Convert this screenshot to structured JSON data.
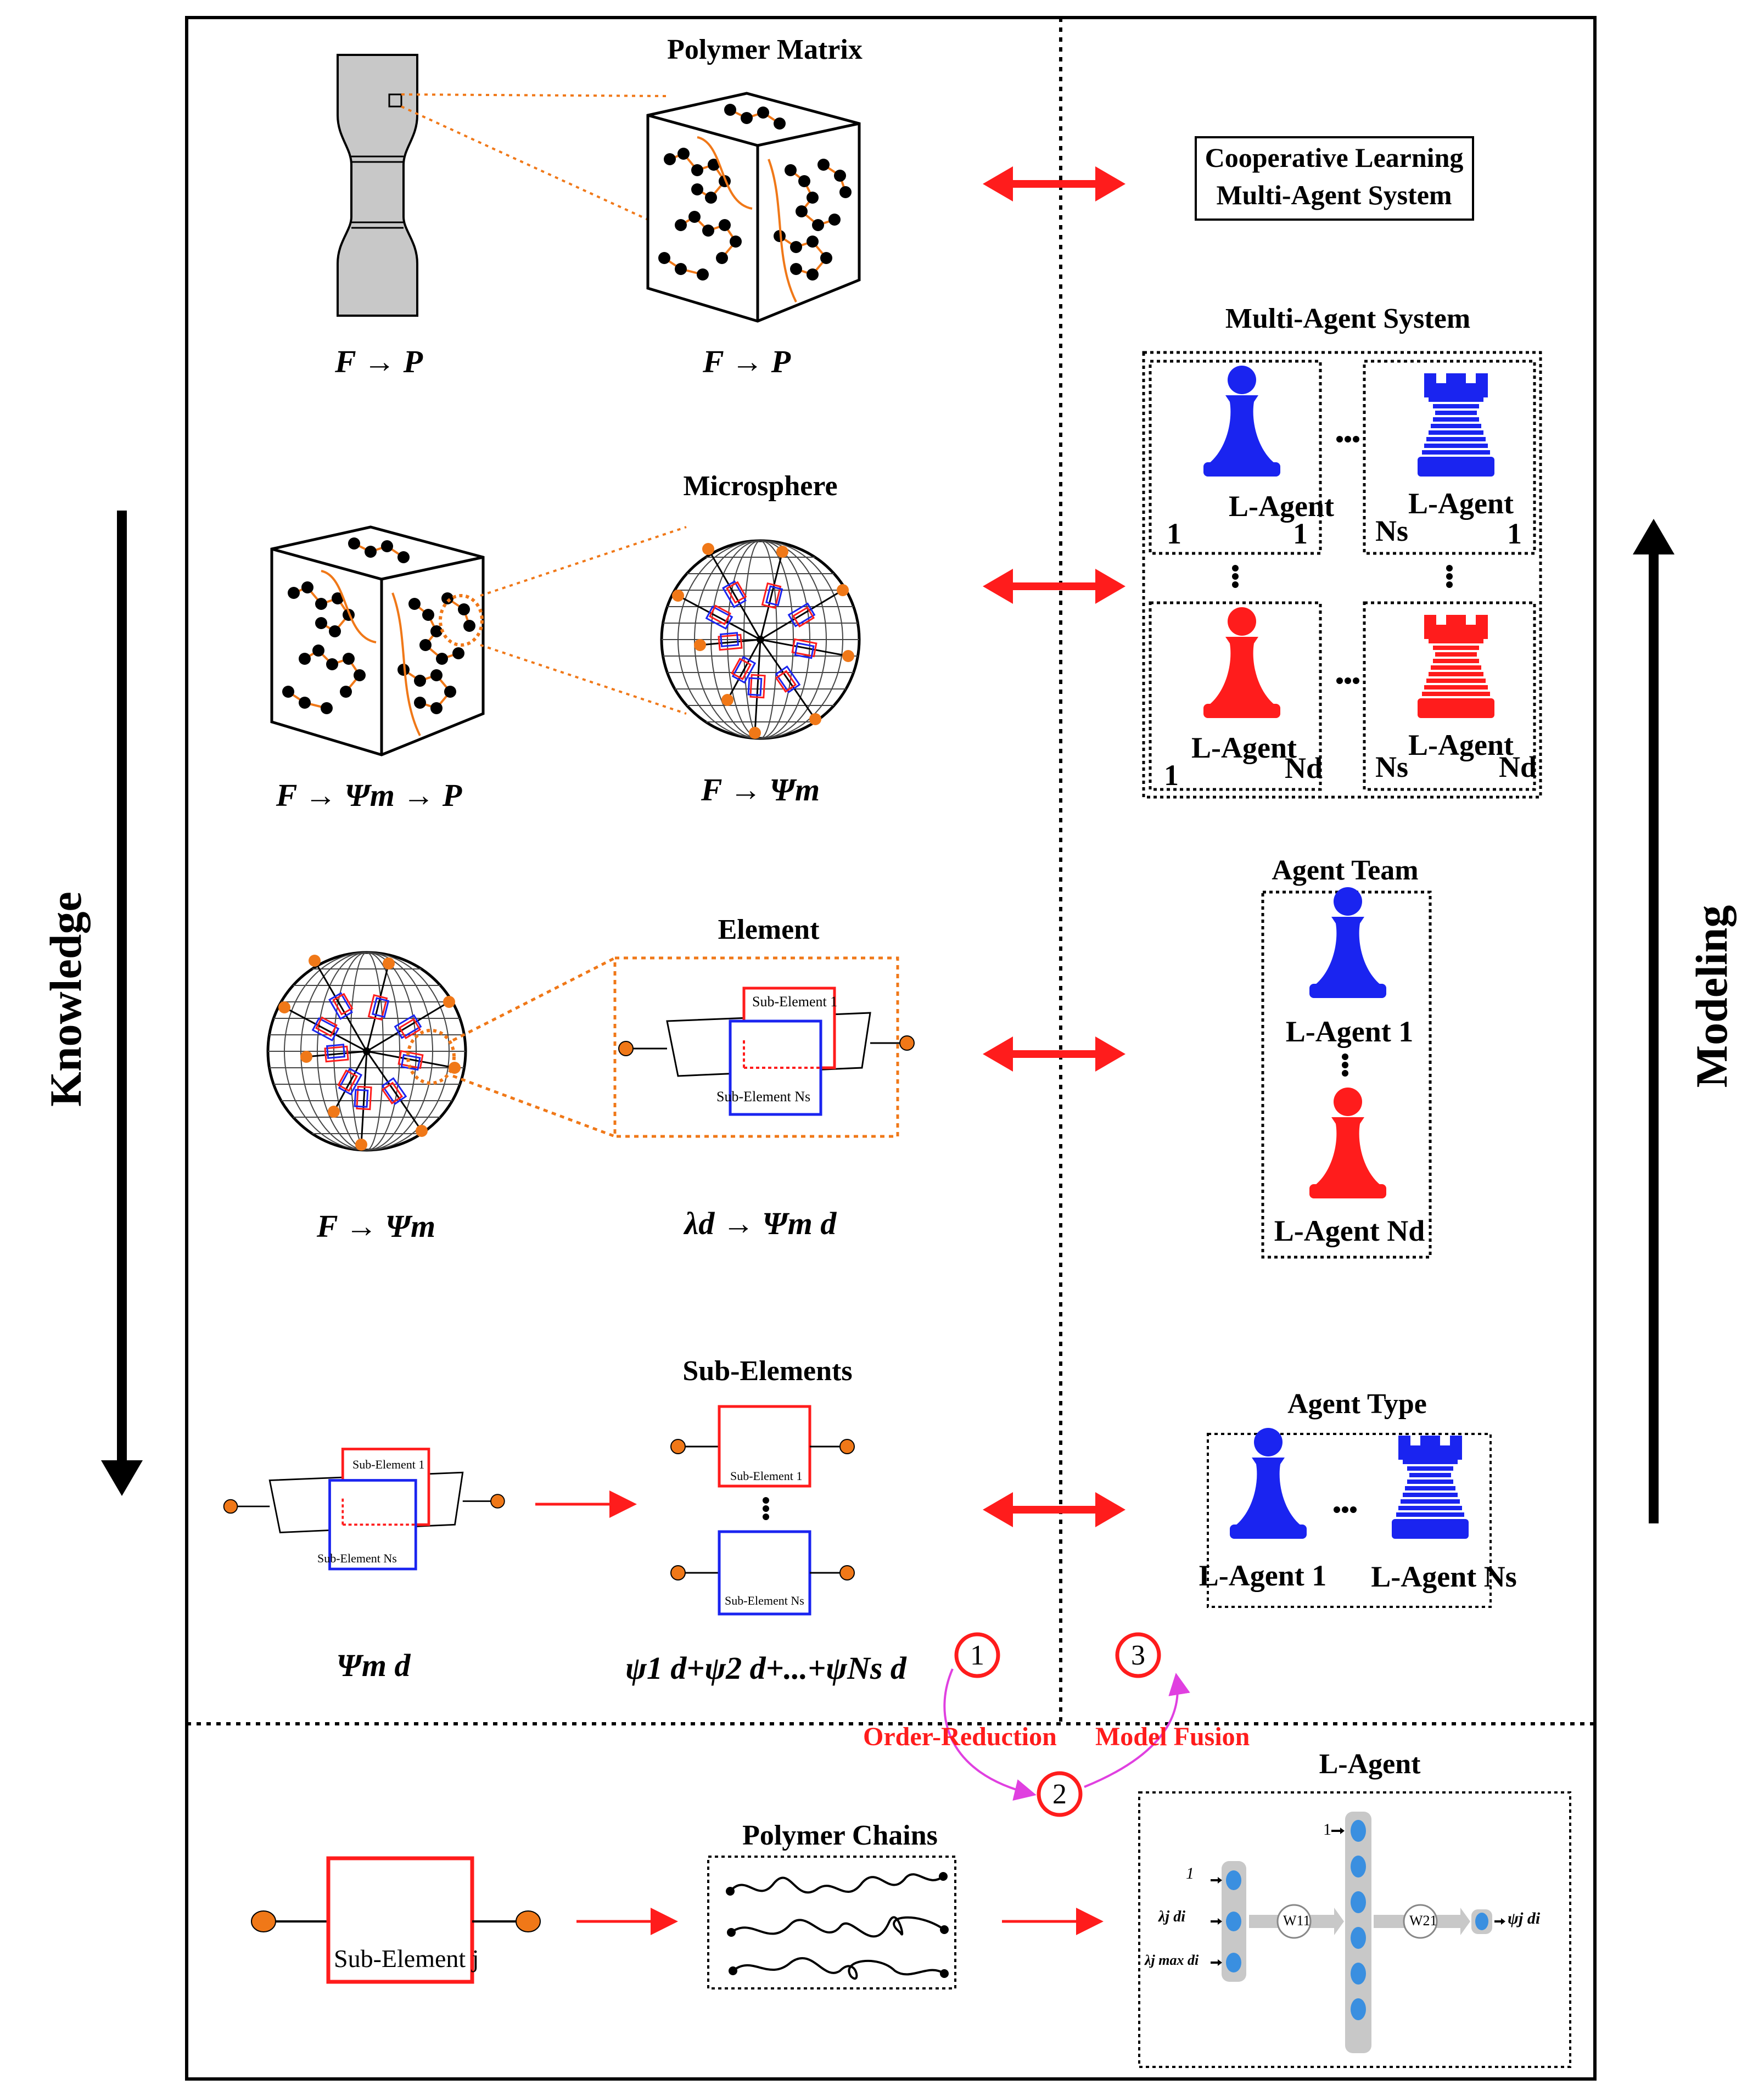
{
  "labels": {
    "knowledge": "Knowledge",
    "modeling": "Modeling"
  },
  "left_rows": {
    "row1": {
      "title": "Polymer Matrix",
      "formula_a": "F → P",
      "formula_b": "F → P"
    },
    "row2": {
      "title": "Microsphere",
      "formula_a": "F → Ψm → P",
      "formula_b": "F → Ψm"
    },
    "row3": {
      "title": "Element",
      "formula_a": "F → Ψm",
      "formula_b": "λd → Ψm d",
      "sub_element_1": "Sub-Element 1",
      "sub_element_n": "Sub-Element Ns"
    },
    "row4": {
      "title": "Sub-Elements",
      "formula_a": "Ψm d",
      "formula_b": "ψ1 d+ψ2 d+...+ψNs d",
      "sub_element_1": "Sub-Element 1",
      "sub_element_n": "Sub-Element Ns",
      "sub_element_1b": "Sub-Element 1",
      "sub_element_nb": "Sub-Element Ns"
    }
  },
  "right_panel": {
    "clms_box": "Cooperative Learning Multi-Agent System",
    "clms_line1": "Cooperative Learning",
    "clms_line2": "Multi-Agent System",
    "mas_title": "Multi-Agent System",
    "agent_label": "L-Agent",
    "idx_1": "1",
    "idx_ns": "Ns",
    "idx_nd": "Nd",
    "dots": "...",
    "agent_team_title": "Agent Team",
    "team_agent_1": "L-Agent 1",
    "team_agent_nd": "L-Agent  Nd",
    "agent_type_title": "Agent Type",
    "type_agent_1": "L-Agent 1",
    "type_agent_ns": "L-Agent Ns"
  },
  "bottom": {
    "sub_element_j": "Sub-Element j",
    "polymer_chains_title": "Polymer Chains",
    "l_agent_title": "L-Agent",
    "step_1": "1",
    "step_2": "2",
    "step_3": "3",
    "order_reduction": "Order-Reduction",
    "model_fusion": "Model Fusion",
    "nn_inputs": [
      "1",
      "λj di",
      "λj max di"
    ],
    "nn_bias": "1",
    "w11": "W11",
    "w21": "W21",
    "nn_output": "ψj di"
  },
  "colors": {
    "red": "#ff1c1c",
    "blue": "#1a24f0",
    "orange": "#f07818",
    "magenta": "#e040e0",
    "panel_grey": "#c8c8c8"
  },
  "icons": [
    "pawn-icon",
    "rook-icon",
    "double-arrow-icon",
    "chain-bead-icon",
    "sphere-icon",
    "dogbone-specimen-icon"
  ]
}
